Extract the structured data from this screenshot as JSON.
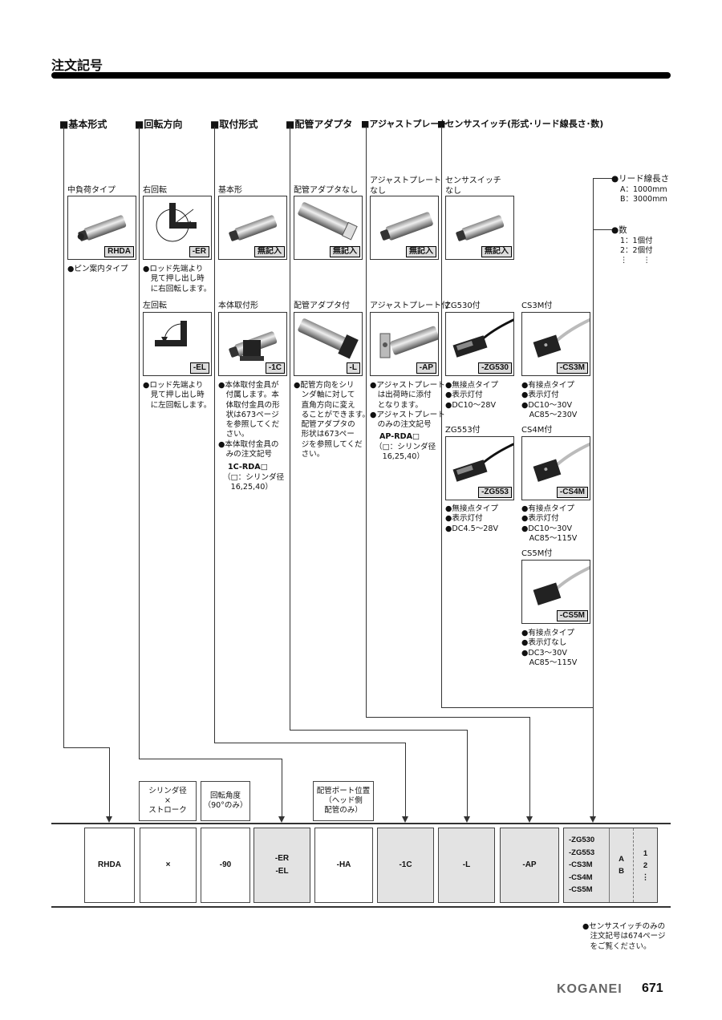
{
  "page": {
    "title": "注文記号",
    "brand": "KOGANEI",
    "page_number": "671"
  },
  "part_headers": [
    "基本形式",
    "回転方向",
    "取付形式",
    "配管アダプタ",
    "アジャストプレート",
    "センサスイッチ(形式･リード線長さ･数)"
  ],
  "basic": {
    "caption": "中負荷タイプ",
    "code": "RHDA",
    "note": "●ピン案内タイプ"
  },
  "rotation": {
    "right": {
      "label": "右回転",
      "code": "-ER",
      "note": "●ロッド先端より\n　見て押し出し時\n　に右回転します。"
    },
    "left": {
      "label": "左回転",
      "code": "-EL",
      "note": "●ロッド先端より\n　見て押し出し時\n　に左回転します。"
    }
  },
  "mounting": {
    "basic": {
      "label": "基本形",
      "code": "無記入"
    },
    "body": {
      "label": "本体取付形",
      "code": "-1C",
      "note": "●本体取付金具が\n　付属します。本\n　体取付金具の形\n　状は673ページ\n　を参照してくだ\n　さい。\n●本体取付金具の\n　みの注文記号",
      "order": "1C-RDA□",
      "order_note": "（□：シリンダ径\n　16,25,40）"
    }
  },
  "adapter": {
    "none": {
      "label": "配管アダプタなし",
      "code": "無記入"
    },
    "with": {
      "label": "配管アダプタ付",
      "code": "-L",
      "note": "●配管方向をシリ\n　ンダ軸に対して\n　直角方向に変え\n　ることができます。\n　配管アダプタの\n　形状は673ペー\n　ジを参照してくだ\n　さい。"
    }
  },
  "adjust": {
    "none": {
      "label": "アジャストプレート\nなし",
      "code": "無記入"
    },
    "with": {
      "label": "アジャストプレート付",
      "code": "-AP",
      "note": "●アジャストプレート\n　は出荷時に添付\n　となります。\n●アジャストプレート\n　のみの注文記号",
      "order": "AP-RDA□",
      "order_note": "（□：シリンダ径\n　16,25,40）"
    }
  },
  "sensor": {
    "none": {
      "label": "センサスイッチ\nなし",
      "code": "無記入"
    },
    "zg530": {
      "label": "ZG530付",
      "code": "-ZG530",
      "note": "●無接点タイプ\n●表示灯付\n●DC10～28V"
    },
    "zg553": {
      "label": "ZG553付",
      "code": "-ZG553",
      "note": "●無接点タイプ\n●表示灯付\n●DC4.5～28V"
    },
    "cs3m": {
      "label": "CS3M付",
      "code": "-CS3M",
      "note": "●有接点タイプ\n●表示灯付\n●DC10～30V\n　AC85～230V"
    },
    "cs4m": {
      "label": "CS4M付",
      "code": "-CS4M",
      "note": "●有接点タイプ\n●表示灯付\n●DC10～30V\n　AC85～115V"
    },
    "cs5m": {
      "label": "CS5M付",
      "code": "-CS5M",
      "note": "●有接点タイプ\n●表示灯なし\n●DC3～30V\n　AC85～115V"
    }
  },
  "lead": {
    "title": "●リード線長さ",
    "a": "A：1000mm",
    "b": "B：3000mm"
  },
  "qty": {
    "title": "●数",
    "one": "1：1個付",
    "two": "2：2個付",
    "more": "⋮　　⋮"
  },
  "labels": {
    "bore": "シリンダ径\n×\nストローク",
    "angle": "回転角度\n（90°のみ）",
    "port": "配管ポート位置\n（ヘッド側\n配管のみ）"
  },
  "order_boxes": [
    "RHDA",
    "×",
    "-90",
    "-ER\n-EL",
    "-HA",
    "-1C",
    "-L",
    "-AP"
  ],
  "sensor_codes": "-ZG530\n-ZG553\n-CS3M\n-CS4M\n-CS5M",
  "lead_codes": "A\nB",
  "qty_codes": "1\n2\n⋮",
  "footnote": "●センサスイッチのみの\n　注文記号は674ページ\n　をご覧ください。"
}
